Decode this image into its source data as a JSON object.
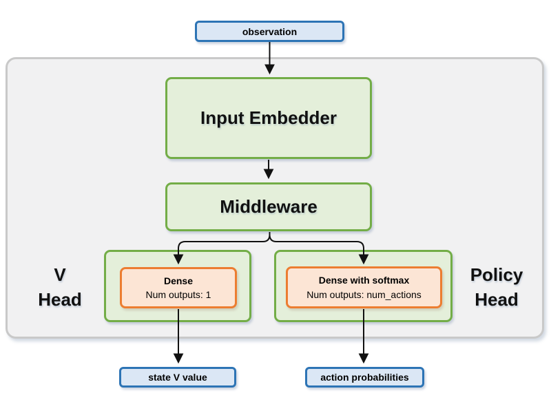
{
  "diagram": {
    "nodes": {
      "observation": "observation",
      "input_embedder": "Input Embedder",
      "middleware": "Middleware",
      "v_dense_title": "Dense",
      "v_dense_subtitle": "Num outputs: 1",
      "policy_dense_title": "Dense with softmax",
      "policy_dense_subtitle": "Num outputs: num_actions",
      "state_v_value": "state V value",
      "action_probabilities": "action probabilities"
    },
    "labels": {
      "v_head_line1": "V",
      "v_head_line2": "Head",
      "policy_head_line1": "Policy",
      "policy_head_line2": "Head"
    },
    "colors": {
      "green_border": "#73ad47",
      "green_fill": "#e4efda",
      "orange_border": "#ec7d31",
      "orange_fill": "#fce5d5",
      "blue_border": "#2d74b5",
      "blue_fill": "#dbe7f5",
      "panel_fill": "#f1f1f2",
      "panel_border": "#c9c9c9",
      "arrow": "#111111",
      "text": "#000000"
    }
  }
}
